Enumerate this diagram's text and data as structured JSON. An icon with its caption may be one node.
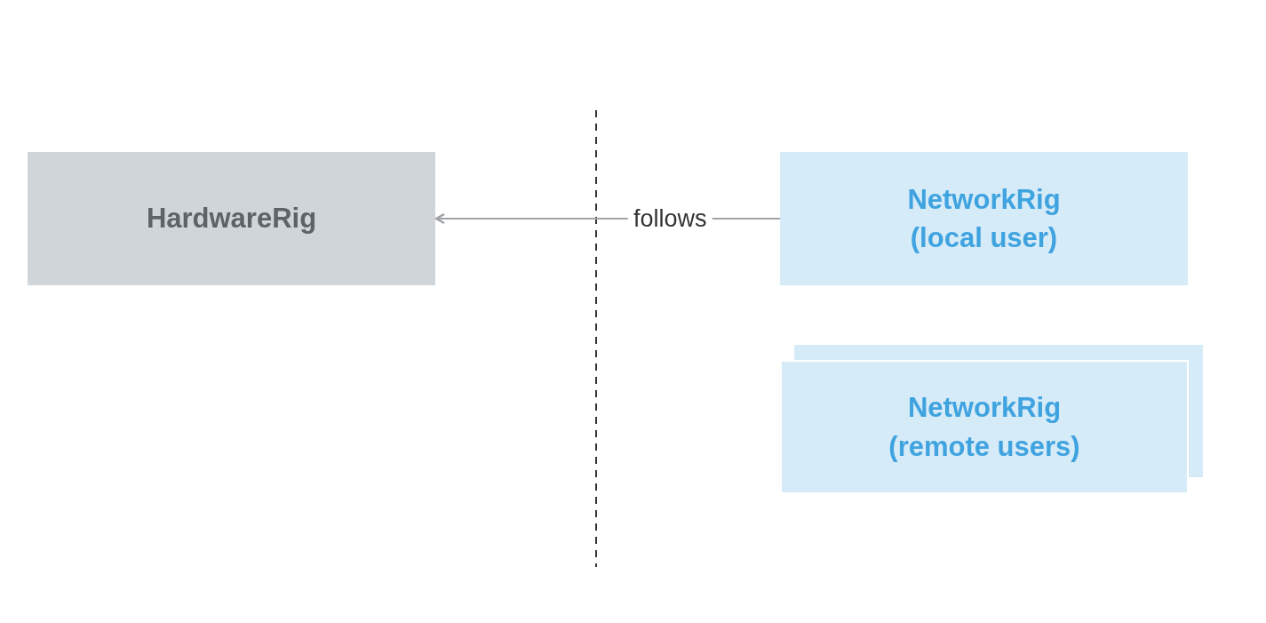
{
  "diagram": {
    "nodes": [
      {
        "text": [
          "HardwareRig"
        ]
      },
      {
        "text": [
          "NetworkRig (local user)"
        ]
      },
      {
        "text": [
          "NetworkRig (remote users)"
        ]
      }
    ],
    "edges": [
      {
        "from": 1,
        "to": 0,
        "arrow": "to",
        "label": "follows"
      }
    ]
  }
}
